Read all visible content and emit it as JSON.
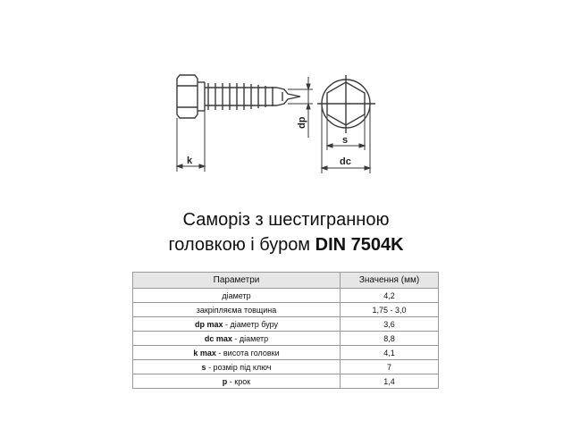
{
  "drawing": {
    "labels": {
      "k": "k",
      "dp": "dp",
      "s": "s",
      "dc": "dc"
    }
  },
  "title": {
    "line1": "Саморіз з шестигранною",
    "line2_prefix": "головкою і буром ",
    "line2_bold": "DIN 7504K"
  },
  "table": {
    "headers": {
      "param": "Параметри",
      "value": "Значення (мм)"
    },
    "rows": [
      {
        "sym": "",
        "text": "діаметр",
        "value": "4,2"
      },
      {
        "sym": "",
        "text": "закріпляєма товщина",
        "value": "1,75 - 3,0"
      },
      {
        "sym": "dp max",
        "text": " - діаметр буру",
        "value": "3,6"
      },
      {
        "sym": "dc max",
        "text": " - діаметр",
        "value": "8,8"
      },
      {
        "sym": "k max",
        "text": " - висота головки",
        "value": "4,1"
      },
      {
        "sym": "s",
        "text": " - розмір під ключ",
        "value": "7"
      },
      {
        "sym": "p",
        "text": " - крок",
        "value": "1,4"
      }
    ]
  }
}
